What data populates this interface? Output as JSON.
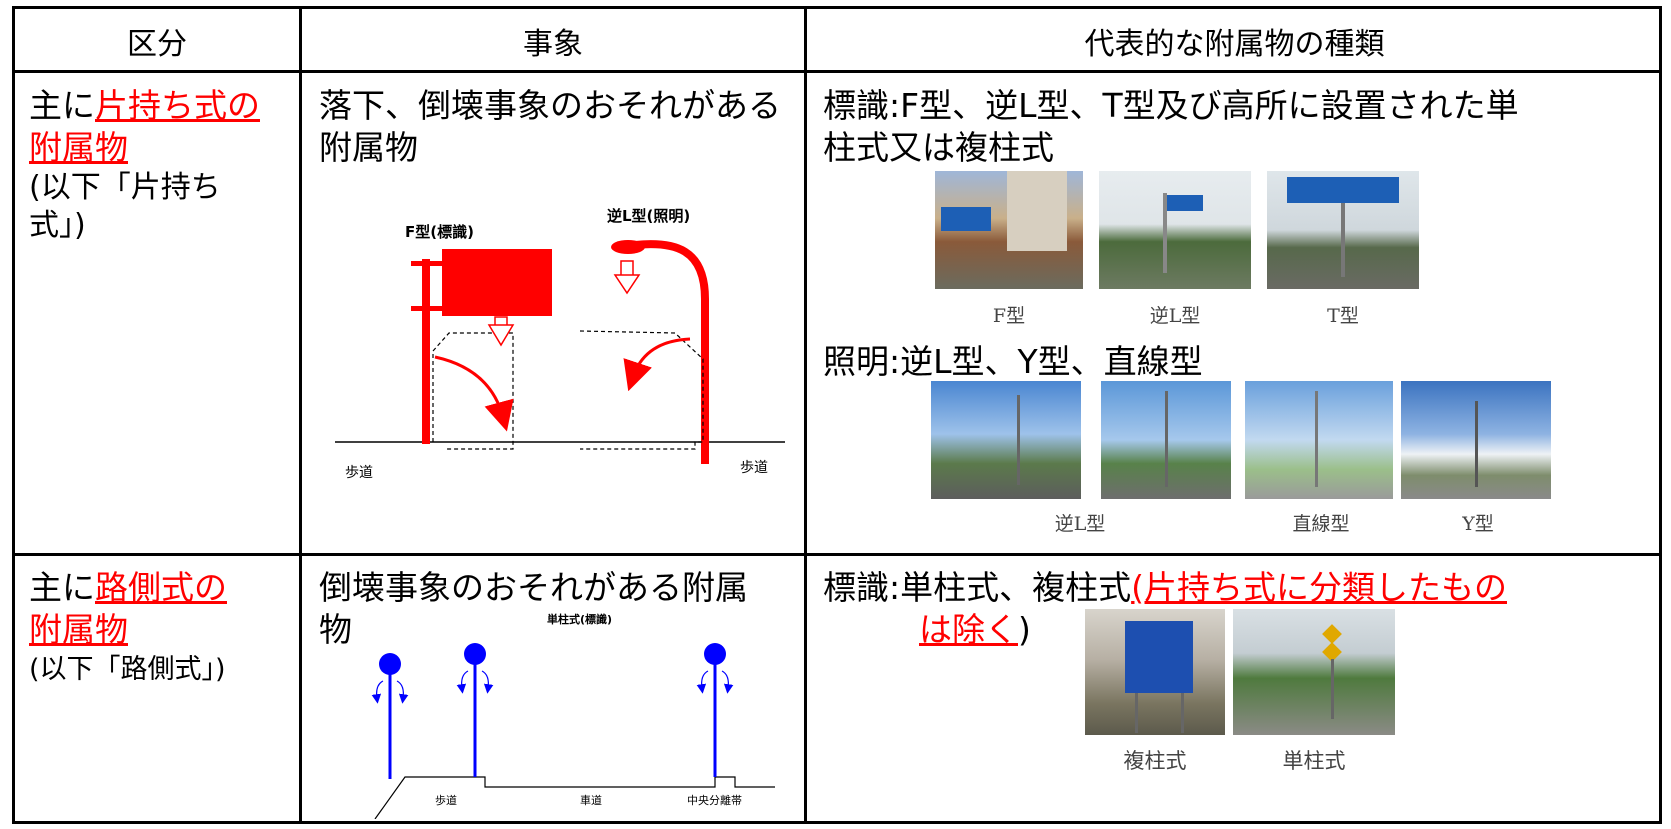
{
  "header": {
    "col1": "区分",
    "col2": "事象",
    "col3": "代表的な附属物の種類"
  },
  "row1": {
    "cat_prefix": "主に",
    "cat_red_a": "片持ち式の",
    "cat_red_b": "附属物",
    "cat_note_a": "(以下「片持ち",
    "cat_note_b": "式」)",
    "event_line1": "落下、倒壊事象のおそれがある",
    "event_line2": "附属物",
    "diag_f_label": "F型(標識)",
    "diag_l_label": "逆L型(照明)",
    "diag_walk_left": "歩道",
    "diag_walk_right": "歩道",
    "types_sign_line1": "標識:F型、逆L型、T型及び高所に設置された単",
    "types_sign_line2": "柱式又は複柱式",
    "sign_captions": [
      "F型",
      "逆L型",
      "T型"
    ],
    "types_light": "照明:逆L型、Y型、直線型",
    "light_captions": [
      "逆L型",
      "直線型",
      "Y型"
    ]
  },
  "row2": {
    "cat_prefix": "主に",
    "cat_red_a": "路側式の",
    "cat_red_b": "附属物",
    "cat_note": "(以下「路側式」)",
    "event_line1": "倒壊事象のおそれがある附属",
    "event_line2": "物",
    "diag_title": "単柱式(標識)",
    "diag_walk": "歩道",
    "diag_road": "車道",
    "diag_median": "中央分離帯",
    "types_prefix": "標識:単柱式、複柱式",
    "types_red_a": "(片持ち式に分類したもの",
    "types_red_b": "は除く",
    "types_close": ")",
    "sign_captions": [
      "複柱式",
      "単柱式"
    ]
  },
  "colors": {
    "accent_red": "#ff0000",
    "pole_blue": "#0000ff",
    "border": "#000000"
  }
}
